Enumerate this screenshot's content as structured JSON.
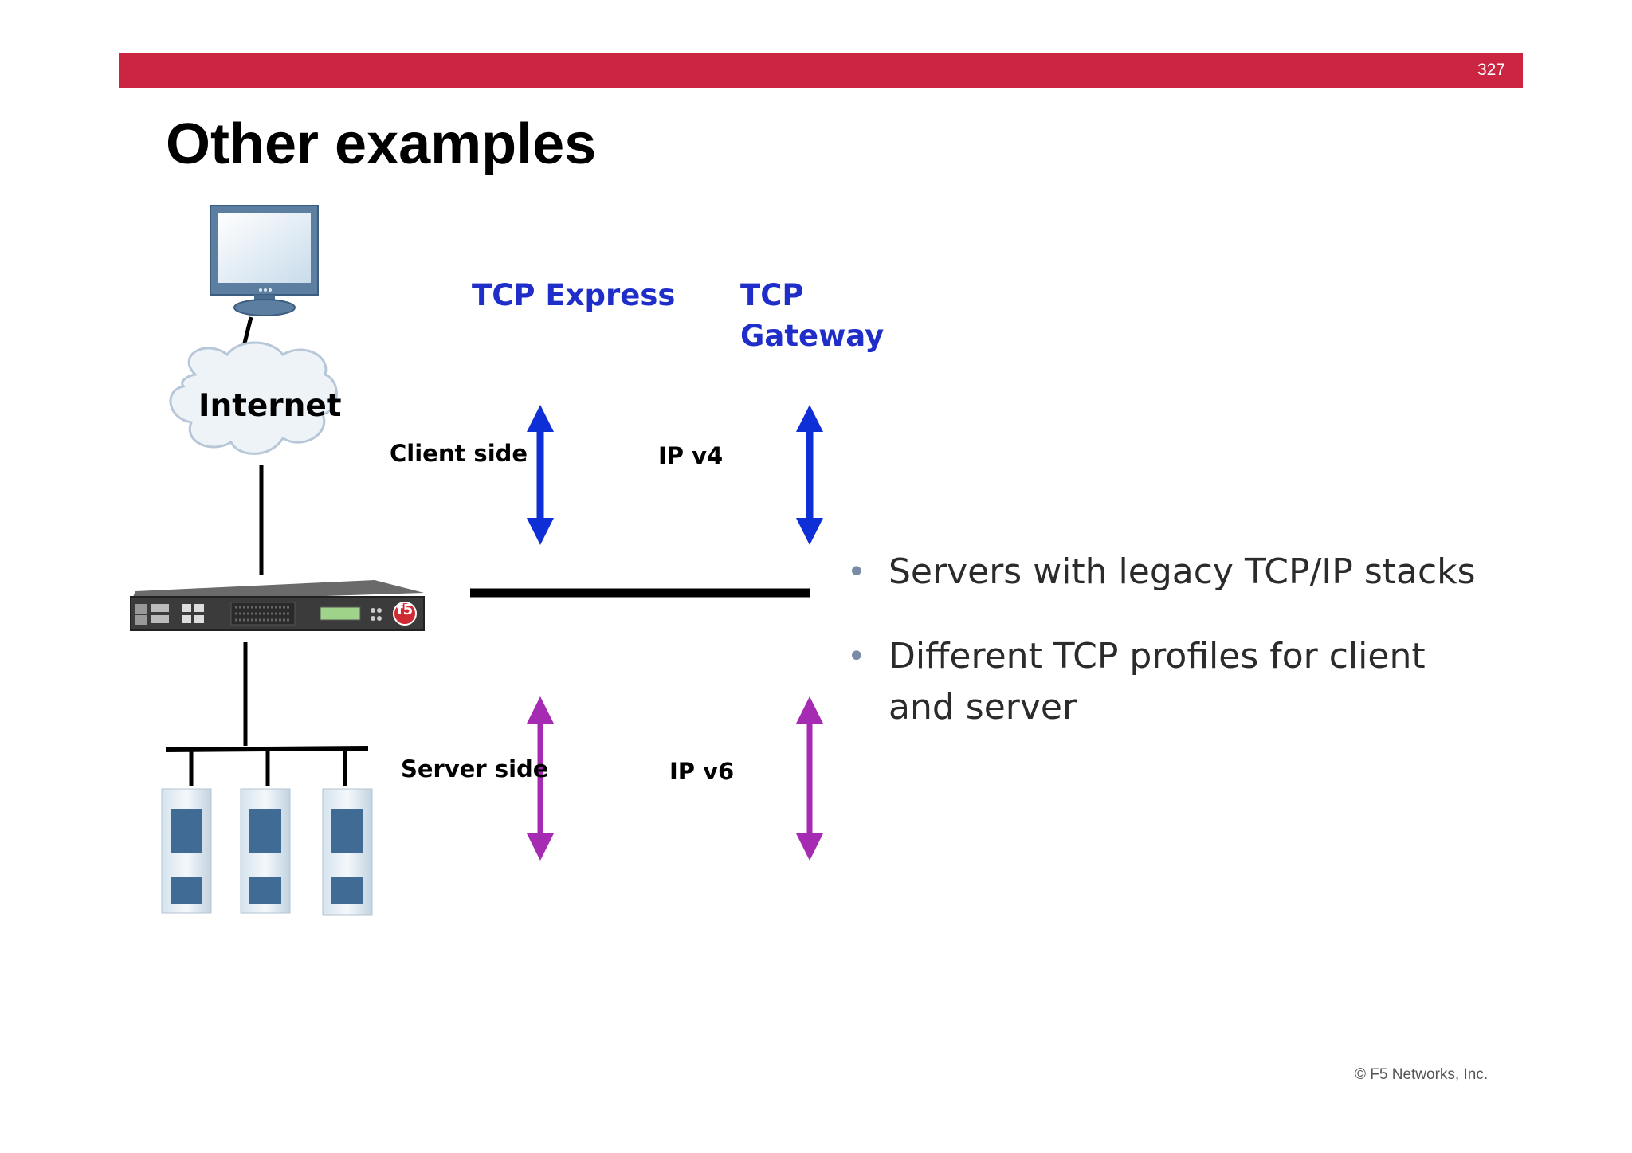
{
  "header": {
    "page_number": "327",
    "bar_color": "#cc2541"
  },
  "title": "Other examples",
  "diagram": {
    "tcp_express": "TCP Express",
    "tcp_gateway_line1": "TCP",
    "tcp_gateway_line2": "Gateway",
    "internet": "Internet",
    "client_side": "Client side",
    "server_side": "Server side",
    "ipv4": "IP v4",
    "ipv6": "IP v6",
    "device_badge": "f5",
    "colors": {
      "blue_arrow": "#0f2fd6",
      "purple_arrow": "#a52bb3",
      "label_blue": "#1f2ec8"
    }
  },
  "bullets": [
    "Servers with legacy TCP/IP stacks",
    "Different TCP profiles for client and server"
  ],
  "footer": {
    "copyright": "© F5 Networks, Inc."
  }
}
